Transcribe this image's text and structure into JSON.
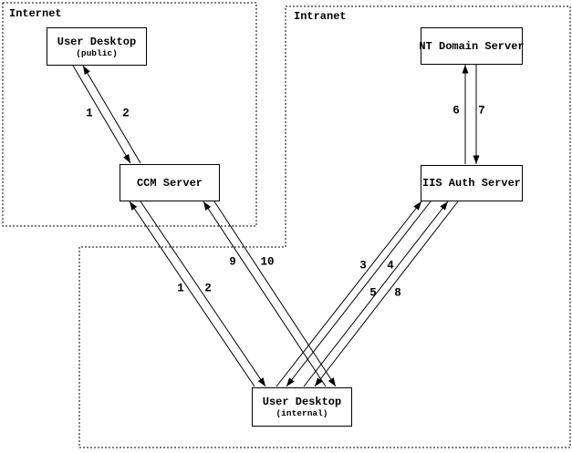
{
  "diagram": {
    "regions": {
      "internet": {
        "label": "Internet"
      },
      "intranet": {
        "label": "Intranet"
      }
    },
    "nodes": {
      "user_desktop_public": {
        "title": "User Desktop",
        "subtitle": "(public)"
      },
      "ccm_server": {
        "title": "CCM Server"
      },
      "nt_domain_server": {
        "title": "NT Domain Server"
      },
      "iis_auth_server": {
        "title": "IIS Auth Server"
      },
      "user_desktop_internal": {
        "title": "User Desktop",
        "subtitle": "(internal)"
      }
    },
    "flows": {
      "public_1": "1",
      "public_2": "2",
      "internal_1": "1",
      "internal_2": "2",
      "f3": "3",
      "f4": "4",
      "f5": "5",
      "f6": "6",
      "f7": "7",
      "f8": "8",
      "f9": "9",
      "f10": "10"
    },
    "edges": [
      {
        "label": "1",
        "from": "User Desktop (public)",
        "to": "CCM Server"
      },
      {
        "label": "2",
        "from": "CCM Server",
        "to": "User Desktop (public)"
      },
      {
        "label": "1",
        "from": "User Desktop (internal)",
        "to": "CCM Server"
      },
      {
        "label": "2",
        "from": "CCM Server",
        "to": "User Desktop (internal)"
      },
      {
        "label": "3",
        "from": "User Desktop (internal)",
        "to": "IIS Auth Server"
      },
      {
        "label": "4",
        "from": "IIS Auth Server",
        "to": "User Desktop (internal)"
      },
      {
        "label": "5",
        "from": "User Desktop (internal)",
        "to": "IIS Auth Server"
      },
      {
        "label": "6",
        "from": "IIS Auth Server",
        "to": "NT Domain Server"
      },
      {
        "label": "7",
        "from": "NT Domain Server",
        "to": "IIS Auth Server"
      },
      {
        "label": "8",
        "from": "IIS Auth Server",
        "to": "User Desktop (internal)"
      },
      {
        "label": "9",
        "from": "User Desktop (internal)",
        "to": "CCM Server"
      },
      {
        "label": "10",
        "from": "CCM Server",
        "to": "User Desktop (internal)"
      }
    ],
    "colors": {
      "line": "#000000",
      "background": "#ffffff"
    }
  }
}
